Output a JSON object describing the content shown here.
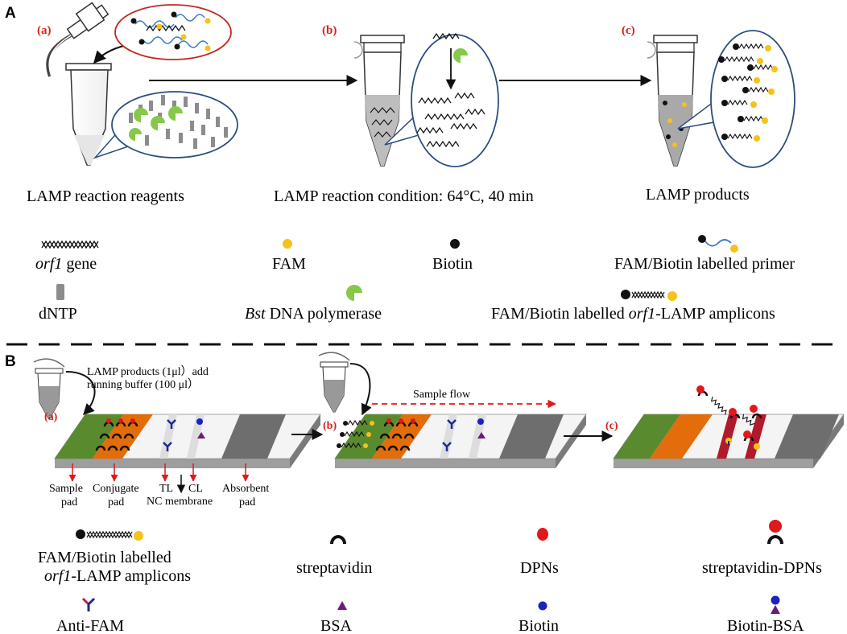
{
  "colors": {
    "fam": "#f5c21b",
    "biotin": "#111111",
    "polymerase": "#86c94a",
    "dntp": "#8c8c8c",
    "primer": "#3a7cc3",
    "dpn": "#e0191a",
    "anti_fam": "#1c2a8f",
    "bsa": "#6a1b7a",
    "sample_pad": "#5a8a2e",
    "conjugate_pad": "#e36d0a",
    "absorbent_pad": "#6e6e6e",
    "label_red": "#d6221a",
    "circle_blue": "#1e4f8a"
  },
  "panel_a": {
    "label": "A",
    "steps": [
      {
        "tag": "(a)",
        "caption": "LAMP reaction reagents"
      },
      {
        "tag": "(b)",
        "caption": "LAMP reaction condition: 64°C, 40 min"
      },
      {
        "tag": "(c)",
        "caption": "LAMP products"
      }
    ],
    "legend": [
      {
        "icon": "dna-helix-icon",
        "label_italic": "orf1",
        "label_rest": " gene"
      },
      {
        "icon": "fam-dot-icon",
        "label": "FAM"
      },
      {
        "icon": "biotin-dot-icon",
        "label": "Biotin"
      },
      {
        "icon": "labelled-primer-icon",
        "label": "FAM/Biotin labelled primer"
      },
      {
        "icon": "dntp-icon",
        "label": "dNTP"
      },
      {
        "icon": "polymerase-icon",
        "label_italic": "Bst",
        "label_rest": " DNA polymerase"
      },
      {
        "icon": "amplicon-icon",
        "label_pre": "FAM/Biotin labelled ",
        "label_italic": "orf1",
        "label_rest": "-LAMP amplicons"
      }
    ]
  },
  "panel_b": {
    "label": "B",
    "add_note_line1": "LAMP products (1μl）add",
    "add_note_line2": "running buffer (100 μl）",
    "flow_label": "Sample flow",
    "strip_tags": [
      "(a)",
      "(b)",
      "(c)"
    ],
    "strip_parts": {
      "sample_pad_1": "Sample",
      "sample_pad_2": "pad",
      "conjugate_pad_1": "Conjugate",
      "conjugate_pad_2": "pad",
      "tl": "TL",
      "cl": "CL",
      "nc_membrane": "NC membrane",
      "absorbent_pad_1": "Absorbent",
      "absorbent_pad_2": "pad"
    },
    "legend": [
      {
        "icon": "amplicon-icon",
        "line1": "FAM/Biotin labelled",
        "line2_italic": "orf1",
        "line2_rest": "-LAMP amplicons"
      },
      {
        "icon": "streptavidin-icon",
        "label": "streptavidin"
      },
      {
        "icon": "dpn-icon",
        "label": "DPNs"
      },
      {
        "icon": "streptavidin-dpn-icon",
        "label": "streptavidin-DPNs"
      },
      {
        "icon": "anti-fam-icon",
        "label": "Anti-FAM"
      },
      {
        "icon": "bsa-icon",
        "label": "BSA"
      },
      {
        "icon": "biotin-icon",
        "label": "Biotin"
      },
      {
        "icon": "biotin-bsa-icon",
        "label": "Biotin-BSA"
      }
    ]
  }
}
